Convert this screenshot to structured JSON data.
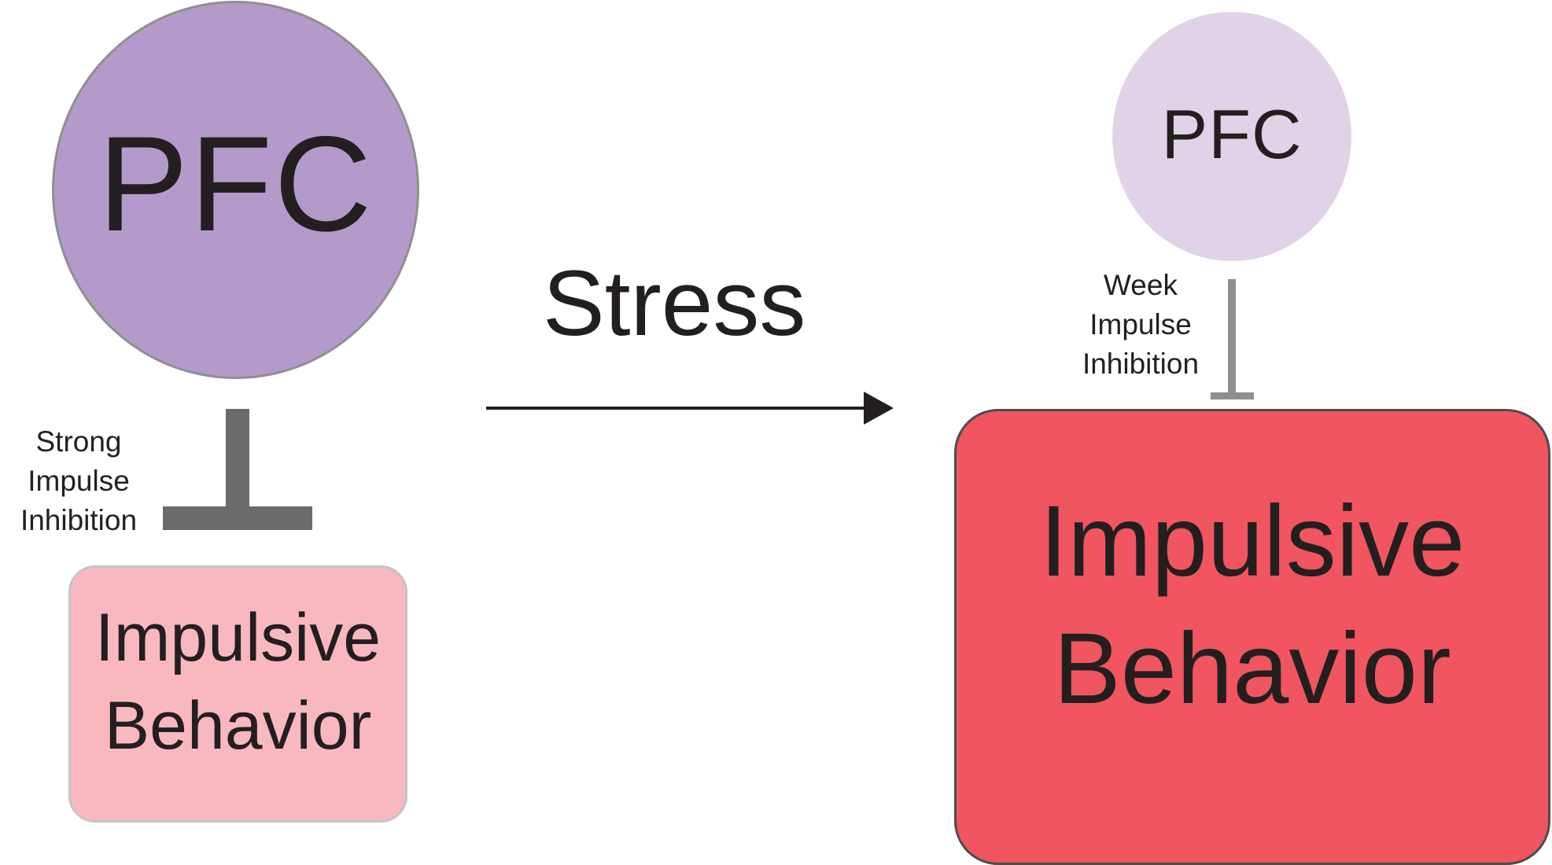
{
  "before": {
    "pfc_label": "PFC",
    "inhibition_label": [
      "Strong",
      "Impulse",
      "Inhibition"
    ],
    "behavior_label": [
      "Impulsive",
      "Behavior"
    ]
  },
  "transition": {
    "label": "Stress"
  },
  "after": {
    "pfc_label": "PFC",
    "inhibition_label": [
      "Week",
      "Impulse",
      "Inhibition"
    ],
    "behavior_label": [
      "Impulsive",
      "Behavior"
    ]
  },
  "colors": {
    "pfc_strong": "#b49aca",
    "pfc_weak": "#e1d3e7",
    "behavior_mild": "#f9b8bf",
    "behavior_strong": "#f15560",
    "inhibitor_strong": "#6b6a6c",
    "inhibitor_weak": "#8f8e90",
    "text": "#231f20"
  }
}
